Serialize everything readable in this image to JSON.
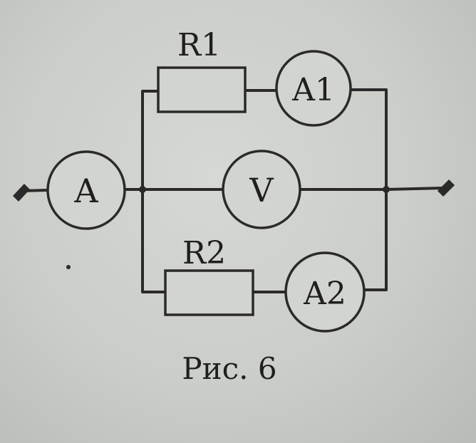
{
  "diagram": {
    "labels": {
      "R1": "R1",
      "R2": "R2",
      "ammeter_main": "A",
      "ammeter_1": "A1",
      "ammeter_2": "A2",
      "voltmeter": "V",
      "caption": "Рис. 6"
    },
    "colors": {
      "ink": "#2a2a2a",
      "paper": "#d2d4d0"
    }
  }
}
